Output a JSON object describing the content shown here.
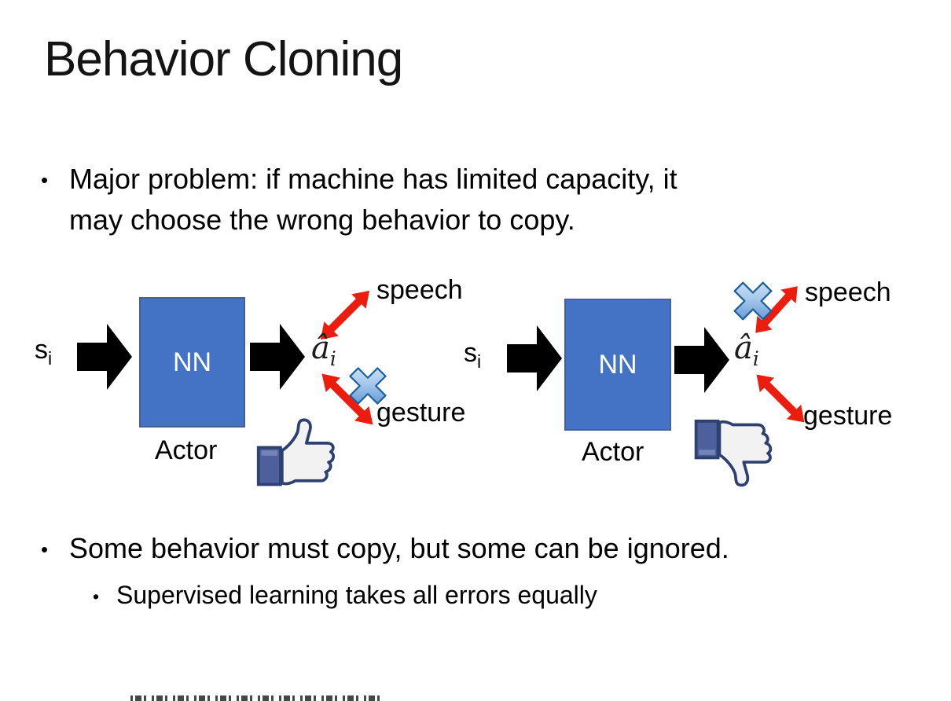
{
  "title": "Behavior Cloning",
  "bullet_main": {
    "marker": "•",
    "lines": [
      "Major problem: if machine has limited capacity, it",
      "may choose the wrong behavior to copy."
    ]
  },
  "bullet_second": {
    "marker": "•",
    "text": "Some behavior must copy, but some can be ignored."
  },
  "bullet_sub": {
    "marker": "•",
    "text": "Supervised learning takes all errors equally"
  },
  "diagrams": {
    "left": {
      "input": {
        "base": "s",
        "sub": "i"
      },
      "nn_label": "NN",
      "caption": "Actor",
      "output": {
        "base": "â",
        "sub": "i"
      },
      "branches": {
        "top": "speech",
        "bottom": "gesture"
      },
      "crossed_branch": "gesture",
      "feedback": "thumbs-up"
    },
    "right": {
      "input": {
        "base": "s",
        "sub": "i"
      },
      "nn_label": "NN",
      "caption": "Actor",
      "output": {
        "base": "â",
        "sub": "i"
      },
      "branches": {
        "top": "speech",
        "bottom": "gesture"
      },
      "crossed_branch": "speech",
      "feedback": "thumbs-down"
    }
  },
  "colors": {
    "background": "#FFFFFF",
    "title_text": "#141414",
    "body_text": "#000000",
    "nn_box_fill": "#4472C4",
    "nn_box_border": "#49608F",
    "nn_text": "#FFFFFF",
    "block_arrow": "#000000",
    "branch_arrow_red": "#EC1C0F",
    "cross_blue_dark": "#1E5F9E",
    "cross_blue_light": "#A7C9EC",
    "thumb_outline": "#2E4070",
    "thumb_sleeve": "#4D5F9C",
    "thumb_hand": "#F2F2F2"
  }
}
